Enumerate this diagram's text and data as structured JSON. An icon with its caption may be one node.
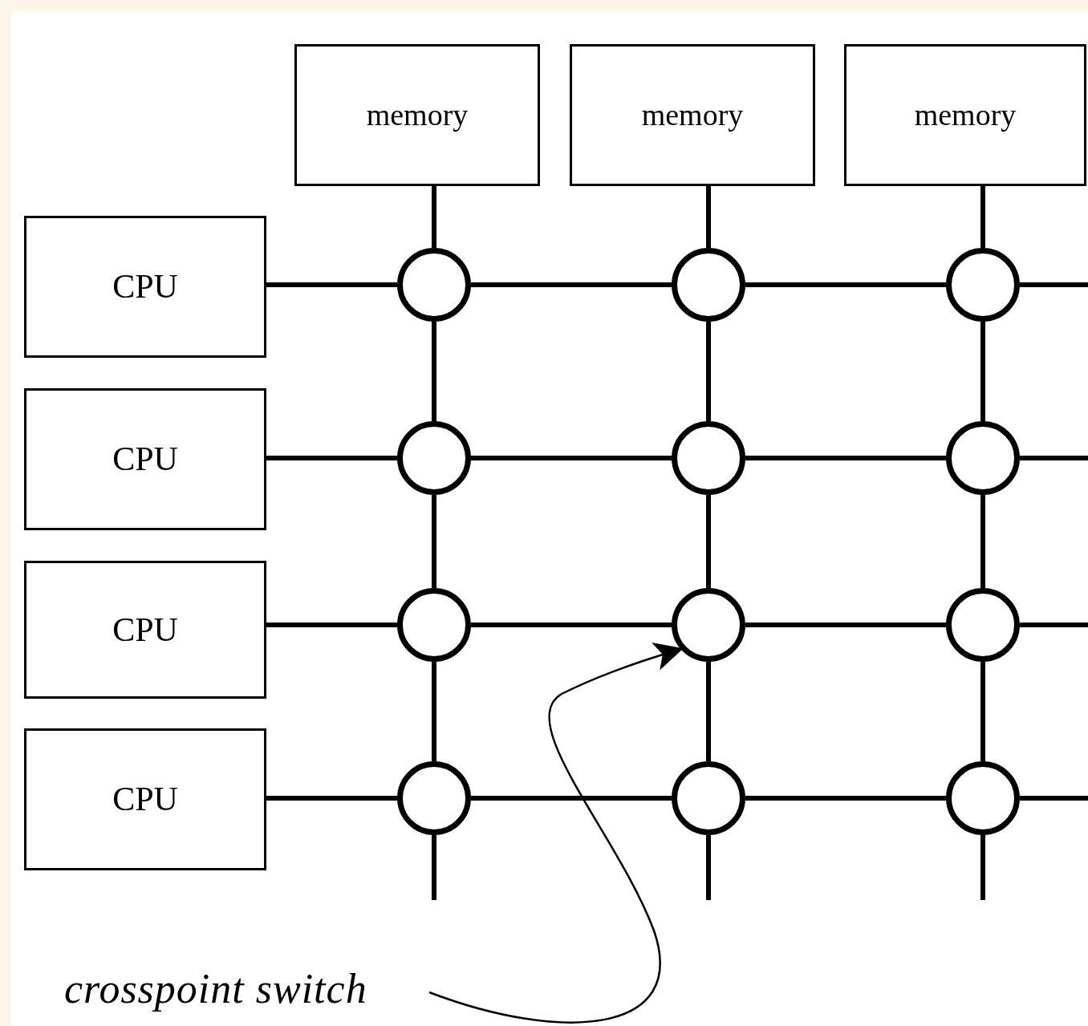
{
  "diagram": {
    "nodes": [
      {
        "text": [
          "memory"
        ]
      },
      {
        "text": [
          "memory"
        ]
      },
      {
        "text": [
          "memory"
        ]
      },
      {
        "text": [
          "CPU"
        ]
      },
      {
        "text": [
          "CPU"
        ]
      },
      {
        "text": [
          "CPU"
        ]
      },
      {
        "text": [
          "CPU"
        ]
      },
      {
        "text": [],
        "shape": "circle"
      },
      {
        "text": [],
        "shape": "circle"
      },
      {
        "text": [],
        "shape": "circle"
      },
      {
        "text": [],
        "shape": "circle"
      },
      {
        "text": [],
        "shape": "circle"
      },
      {
        "text": [],
        "shape": "circle"
      },
      {
        "text": [],
        "shape": "circle"
      },
      {
        "text": [],
        "shape": "circle"
      },
      {
        "text": [],
        "shape": "circle"
      },
      {
        "text": [],
        "shape": "circle"
      },
      {
        "text": [],
        "shape": "circle"
      },
      {
        "text": [],
        "shape": "circle"
      },
      {
        "text": [
          "crosspoint switch"
        ]
      }
    ],
    "edges": [
      {
        "from": 0,
        "to": 7,
        "arrow": "none"
      },
      {
        "from": 1,
        "to": 8,
        "arrow": "none"
      },
      {
        "from": 2,
        "to": 9,
        "arrow": "none"
      },
      {
        "from": 3,
        "to": 7,
        "arrow": "none"
      },
      {
        "from": 4,
        "to": 10,
        "arrow": "none"
      },
      {
        "from": 5,
        "to": 13,
        "arrow": "none"
      },
      {
        "from": 6,
        "to": 16,
        "arrow": "none"
      },
      {
        "from": 7,
        "to": 8,
        "arrow": "none"
      },
      {
        "from": 8,
        "to": 9,
        "arrow": "none"
      },
      {
        "from": 9,
        "to": null,
        "arrow": "none"
      },
      {
        "from": 10,
        "to": 11,
        "arrow": "none"
      },
      {
        "from": 11,
        "to": 12,
        "arrow": "none"
      },
      {
        "from": 12,
        "to": null,
        "arrow": "none"
      },
      {
        "from": 13,
        "to": 14,
        "arrow": "none"
      },
      {
        "from": 14,
        "to": 15,
        "arrow": "none"
      },
      {
        "from": 15,
        "to": null,
        "arrow": "none"
      },
      {
        "from": 16,
        "to": 17,
        "arrow": "none"
      },
      {
        "from": 17,
        "to": 18,
        "arrow": "none"
      },
      {
        "from": 18,
        "to": null,
        "arrow": "none"
      },
      {
        "from": 7,
        "to": 10,
        "arrow": "none"
      },
      {
        "from": 8,
        "to": 11,
        "arrow": "none"
      },
      {
        "from": 9,
        "to": 12,
        "arrow": "none"
      },
      {
        "from": 10,
        "to": 13,
        "arrow": "none"
      },
      {
        "from": 11,
        "to": 14,
        "arrow": "none"
      },
      {
        "from": 12,
        "to": 15,
        "arrow": "none"
      },
      {
        "from": 13,
        "to": 16,
        "arrow": "none"
      },
      {
        "from": 14,
        "to": 17,
        "arrow": "none"
      },
      {
        "from": 15,
        "to": 18,
        "arrow": "none"
      },
      {
        "from": 16,
        "to": null,
        "arrow": "none"
      },
      {
        "from": 17,
        "to": null,
        "arrow": "none"
      },
      {
        "from": 18,
        "to": null,
        "arrow": "none"
      },
      {
        "from": 19,
        "to": 14,
        "arrow": "to"
      }
    ]
  }
}
